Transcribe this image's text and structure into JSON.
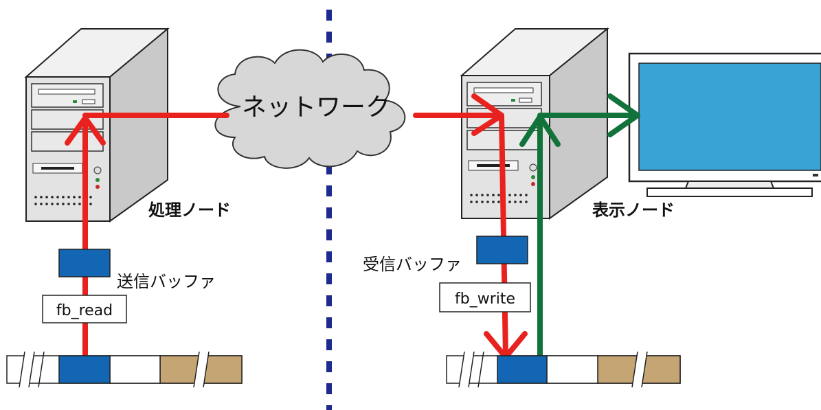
{
  "network_label": "ネットワーク",
  "processing_node": {
    "label": "処理ノード"
  },
  "display_node": {
    "label": "表示ノード"
  },
  "send_buffer": {
    "label": "送信バッファ"
  },
  "receive_buffer": {
    "label": "受信バッファ"
  },
  "fb_read": {
    "label": "fb_read"
  },
  "fb_write": {
    "label": "fb_write"
  },
  "colors": {
    "data_flow": "#e8231f",
    "display_flow": "#11733a",
    "buffer_blue": "#1266b3",
    "frame_tan": "#c5a574",
    "divider": "#1d2a8f",
    "monitor_screen": "#3aa3d6",
    "cloud": "#d7d7d7"
  }
}
